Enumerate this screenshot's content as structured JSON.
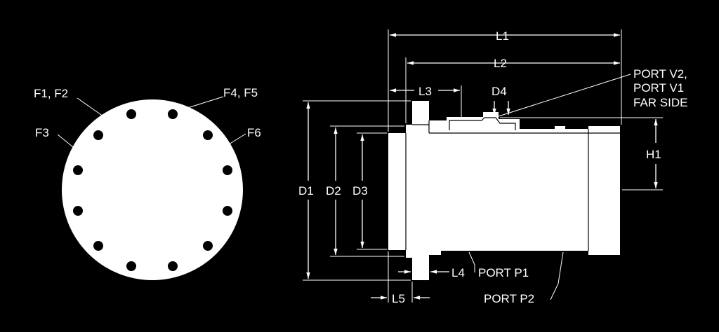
{
  "labels": {
    "f1f2": "F1, F2",
    "f3": "F3",
    "f4f5": "F4, F5",
    "f6": "F6",
    "l1": "L1",
    "l2": "L2",
    "l3": "L3",
    "l4": "L4",
    "l5": "L5",
    "d1": "D1",
    "d2": "D2",
    "d3": "D3",
    "d4": "D4",
    "h1": "H1",
    "port_v_line1": "PORT V2,",
    "port_v_line2": "PORT V1",
    "port_v_line3": "FAR SIDE",
    "port_p1": "PORT P1",
    "port_p2": "PORT P2"
  },
  "colors": {
    "background": "#000000",
    "foreground": "#ffffff"
  }
}
